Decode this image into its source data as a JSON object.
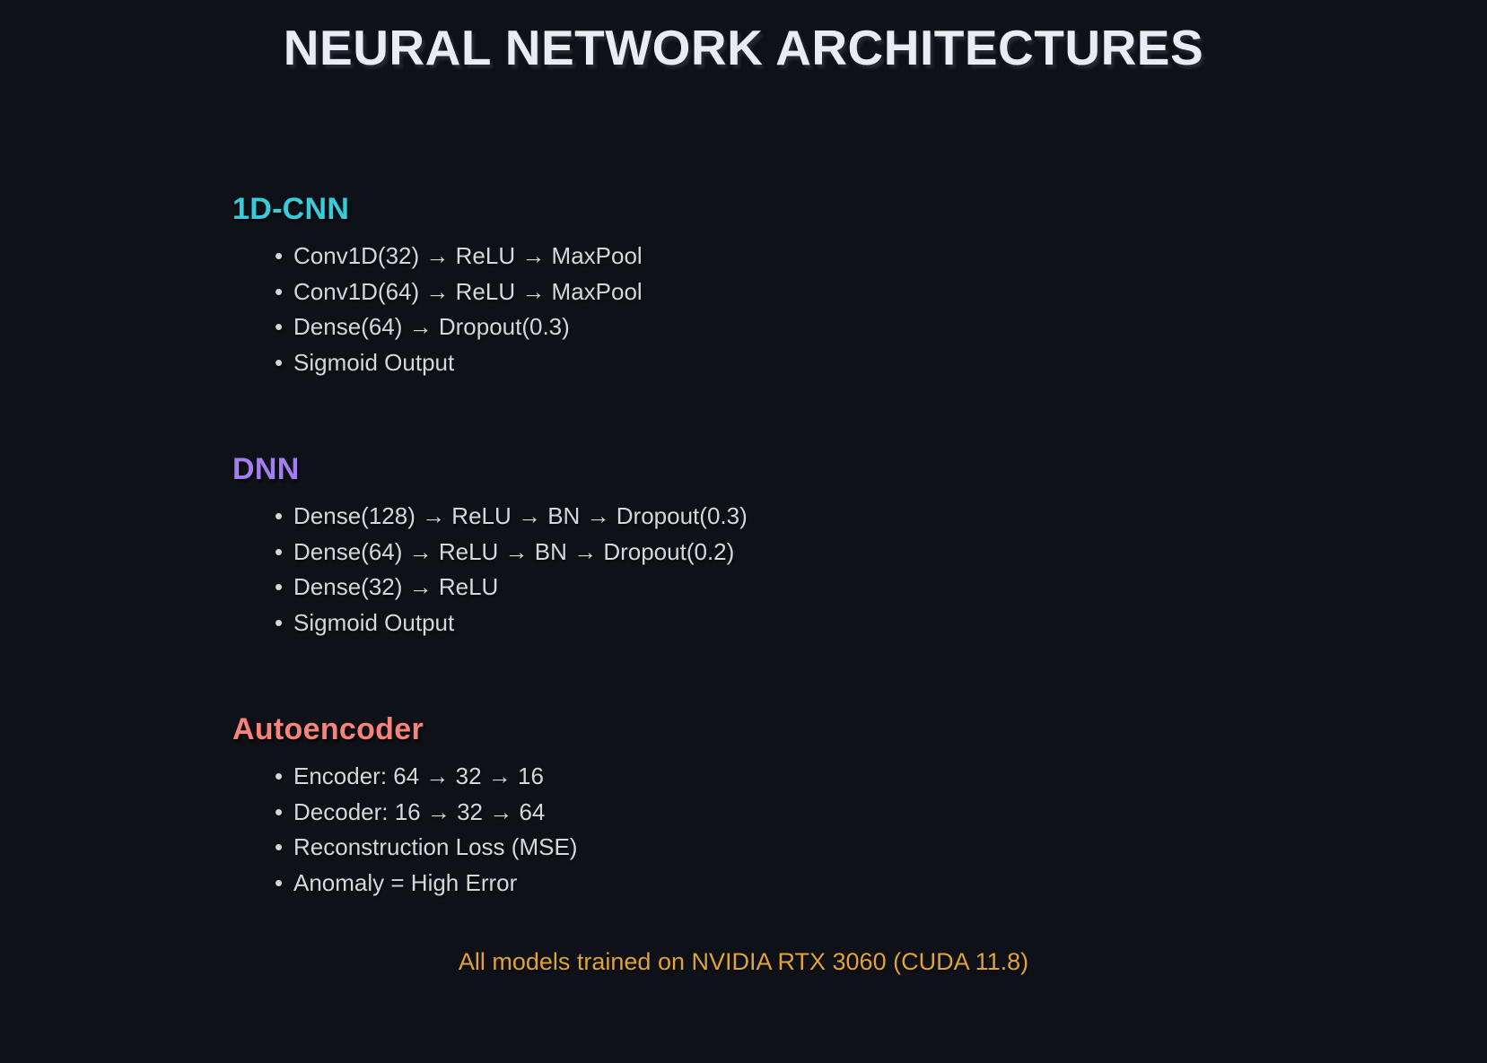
{
  "page": {
    "background": "#0e1117"
  },
  "title": {
    "text": "NEURAL NETWORK ARCHITECTURES",
    "color": "#e9ecf2"
  },
  "bullet_char": "•",
  "sections": [
    {
      "name": "1D-CNN",
      "color": "#38cbd8",
      "items": [
        "Conv1D(32) → ReLU → MaxPool",
        "Conv1D(64) → ReLU → MaxPool",
        "Dense(64) → Dropout(0.3)",
        "Sigmoid Output"
      ]
    },
    {
      "name": "DNN",
      "color": "#a57df2",
      "items": [
        "Dense(128) → ReLU → BN → Dropout(0.3)",
        "Dense(64) → ReLU → BN → Dropout(0.2)",
        "Dense(32) → ReLU",
        "Sigmoid Output"
      ]
    },
    {
      "name": "Autoencoder",
      "color": "#f9827a",
      "items": [
        "Encoder: 64 → 32 → 16",
        "Decoder: 16 → 32 → 64",
        "Reconstruction Loss (MSE)",
        "Anomaly = High Error"
      ]
    }
  ],
  "footer": {
    "text": "All models trained on NVIDIA RTX 3060 (CUDA 11.8)",
    "color": "#dfa336"
  }
}
